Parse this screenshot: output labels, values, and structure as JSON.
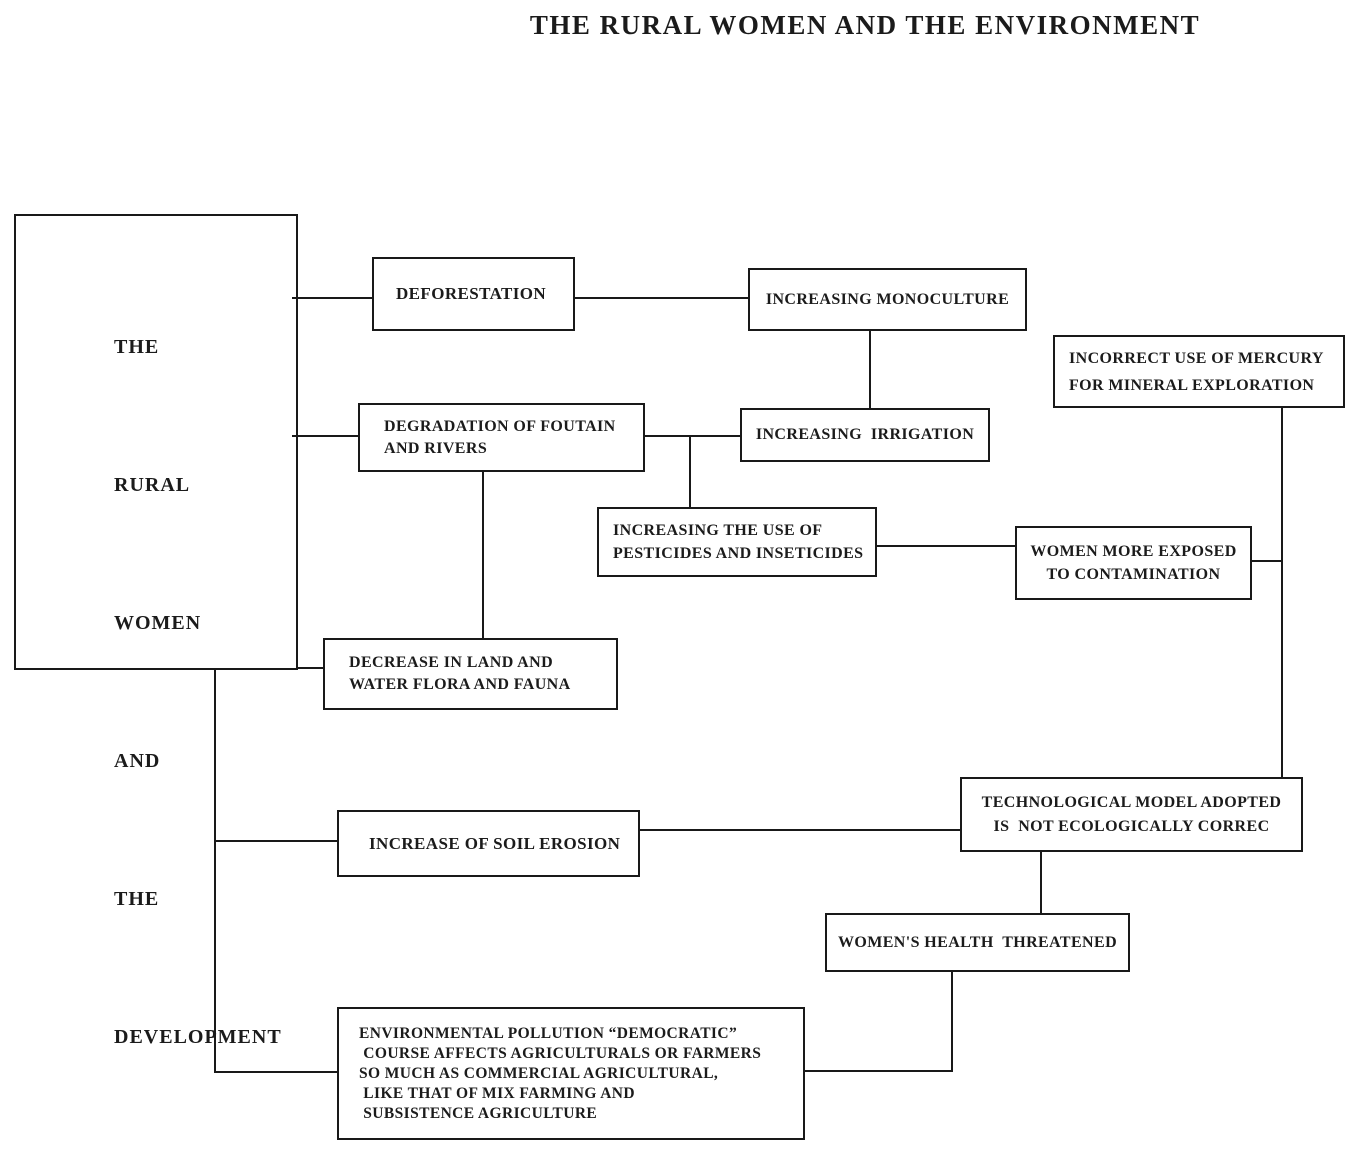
{
  "title": "THE RURAL WOMEN AND THE ENVIRONMENT",
  "colors": {
    "ink": "#191919",
    "background": "#ffffff"
  },
  "nodes": {
    "rural_women_development": {
      "lines": [
        "THE",
        "RURAL",
        "WOMEN",
        "AND",
        "THE",
        "DEVELOPMENT"
      ]
    },
    "deforestation": {
      "label": "DEFORESTATION"
    },
    "increasing_monoculture": {
      "label": "INCREASING MONOCULTURE"
    },
    "incorrect_mercury": {
      "label": "INCORRECT USE OF MERCURY\nFOR MINERAL EXPLORATION"
    },
    "degradation_fountain": {
      "label": "DEGRADATION OF FOUTAIN\nAND RIVERS"
    },
    "increasing_irrigation": {
      "label": "INCREASING  IRRIGATION"
    },
    "pesticides": {
      "label": "INCREASING THE USE OF\nPESTICIDES AND INSETICIDES"
    },
    "women_exposed": {
      "label": "WOMEN MORE EXPOSED\nTO CONTAMINATION"
    },
    "decrease_flora_fauna": {
      "label": "DECREASE IN LAND AND\nWATER FLORA AND FAUNA"
    },
    "soil_erosion": {
      "label": "INCREASE OF SOIL EROSION"
    },
    "technological_model": {
      "label": "TECHNOLOGICAL MODEL ADOPTED\nIS  NOT ECOLOGICALLY CORREC"
    },
    "womens_health": {
      "label": "WOMEN'S HEALTH  THREATENED"
    },
    "environmental_pollution": {
      "label": "ENVIRONMENTAL POLLUTION “DEMOCRATIC”\n COURSE AFFECTS AGRICULTURALS OR FARMERS\nSO MUCH AS COMMERCIAL AGRICULTURAL,\n LIKE THAT OF MIX FARMING AND\n SUBSISTENCE AGRICULTURE"
    }
  }
}
